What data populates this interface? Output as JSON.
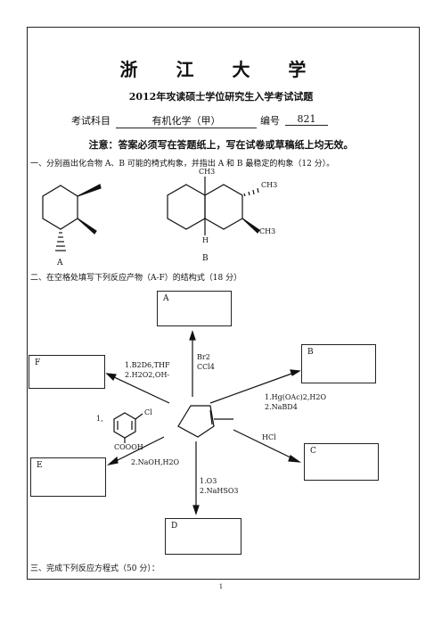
{
  "header": {
    "university": "浙 江 大 学",
    "exam_title": "2012年攻读硕士学位研究生入学考试试题",
    "subject_label": "考试科目",
    "subject_value": "有机化学（甲）",
    "code_label": "编号",
    "code_value": "821",
    "notice": "注意：答案必须写在答题纸上，写在试卷或草稿纸上均无效。"
  },
  "q1": {
    "text": "一、分别画出化合物 A、B 可能的椅式构象，并指出 A 和 B 最稳定的构象（12 分）。",
    "label_a": "A",
    "label_b": "B",
    "me_top": "CH3",
    "me_right_top": "CH3",
    "me_right_bottom": "CH3",
    "h_label": "H"
  },
  "q2": {
    "text": "二、在空格处填写下列反应产物（A-F）的结构式（18 分）",
    "boxes": [
      "A",
      "B",
      "C",
      "D",
      "E",
      "F"
    ],
    "reagent_a_1": "Br2",
    "reagent_a_2": "CCl4",
    "reagent_b_1": "1.Hg(OAc)2,H2O",
    "reagent_b_2": "2.NaBD4",
    "reagent_c": "HCl",
    "reagent_d_1": "1.O3",
    "reagent_d_2": "2.NaHSO3",
    "reagent_e": "2.NaOH,H2O",
    "reagent_e_step1": "1,",
    "reagent_e_cl": "Cl",
    "reagent_e_cooh": "COOOH",
    "reagent_f_1": "1.B2D6,THF",
    "reagent_f_2": "2.H2O2,OH-"
  },
  "q3": {
    "text": "三、完成下列反应方程式（50 分）："
  },
  "page_number": "1"
}
